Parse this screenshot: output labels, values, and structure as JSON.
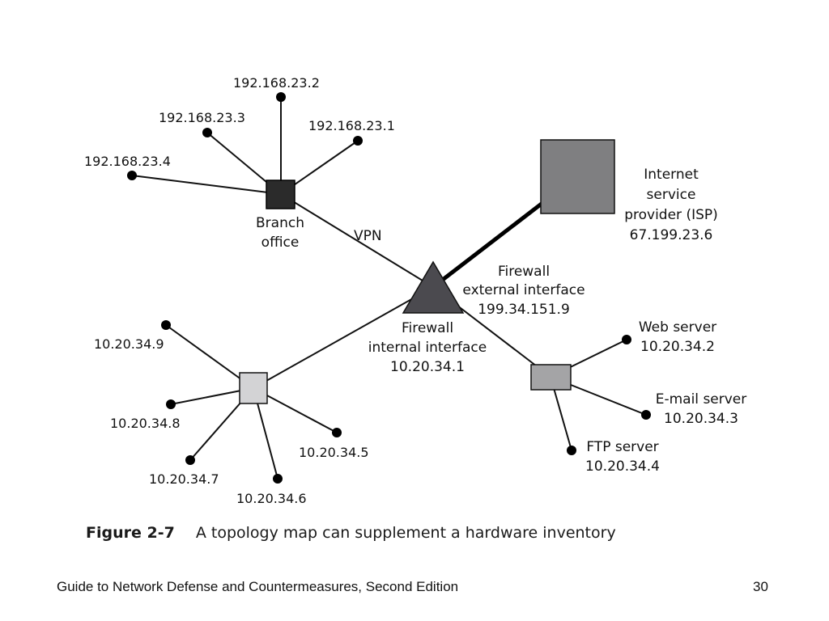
{
  "branch": {
    "label_line1": "Branch",
    "label_line2": "office",
    "hosts": [
      "192.168.23.2",
      "192.168.23.3",
      "192.168.23.1",
      "192.168.23.4"
    ]
  },
  "vpn_label": "VPN",
  "isp": {
    "line1": "Internet",
    "line2": "service",
    "line3": "provider (ISP)",
    "line4": "67.199.23.6"
  },
  "firewall_external": {
    "line1": "Firewall",
    "line2": "external interface",
    "line3": "199.34.151.9"
  },
  "firewall_internal": {
    "line1": "Firewall",
    "line2": "internal interface",
    "line3": "10.20.34.1"
  },
  "internal_hosts": [
    "10.20.34.9",
    "10.20.34.8",
    "10.20.34.7",
    "10.20.34.6",
    "10.20.34.5"
  ],
  "servers": {
    "web": {
      "name": "Web server",
      "ip": "10.20.34.2"
    },
    "email": {
      "name": "E-mail server",
      "ip": "10.20.34.3"
    },
    "ftp": {
      "name": "FTP server",
      "ip": "10.20.34.4"
    }
  },
  "caption": {
    "figure": "Figure 2-7",
    "text": "A topology map can supplement a hardware inventory"
  },
  "footer": {
    "title": "Guide to Network Defense and Countermeasures, Second Edition",
    "page": "30"
  },
  "colors": {
    "branch_switch": "#2b2b2b",
    "isp": "#7f7f81",
    "firewall": "#4b4a4f",
    "internal_switch": "#d3d3d5",
    "server_switch": "#a4a4a6",
    "host_dot": "#000000"
  }
}
